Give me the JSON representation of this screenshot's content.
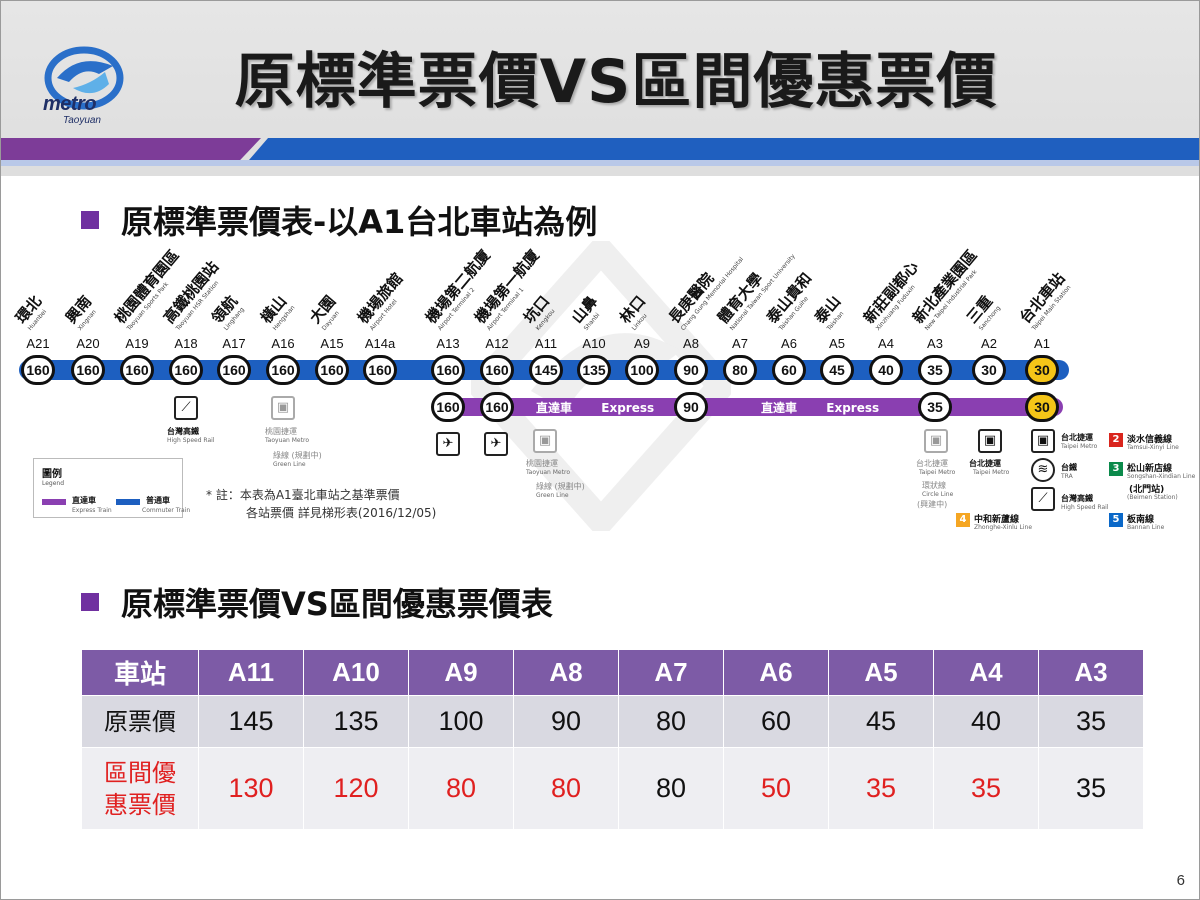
{
  "header": {
    "title": "原標準票價VS區間優惠票價",
    "logo_word": "metro",
    "logo_sub": "Taoyuan"
  },
  "section1": {
    "heading": "原標準票價表-以A1台北車站為例"
  },
  "section2": {
    "heading": "原標準票價VS區間優惠票價表"
  },
  "map": {
    "stations": [
      {
        "code": "A21",
        "name": "環北",
        "en": "Huanbei",
        "fare": "160"
      },
      {
        "code": "A20",
        "name": "興南",
        "en": "Xingnan",
        "fare": "160"
      },
      {
        "code": "A19",
        "name": "桃園體育園區",
        "en": "Taoyuan Sports Park",
        "fare": "160"
      },
      {
        "code": "A18",
        "name": "高鐵桃園站",
        "en": "Taoyuan HSR Station",
        "fare": "160"
      },
      {
        "code": "A17",
        "name": "領航",
        "en": "Linghang",
        "fare": "160"
      },
      {
        "code": "A16",
        "name": "橫山",
        "en": "Hengshan",
        "fare": "160"
      },
      {
        "code": "A15",
        "name": "大園",
        "en": "Dayuan",
        "fare": "160"
      },
      {
        "code": "A14a",
        "name": "機場旅館",
        "en": "Airport Hotel",
        "fare": "160"
      },
      {
        "code": "A13",
        "name": "機場第二航廈",
        "en": "Airport Terminal 2",
        "fare": "160"
      },
      {
        "code": "A12",
        "name": "機場第一航廈",
        "en": "Airport Terminal 1",
        "fare": "160"
      },
      {
        "code": "A11",
        "name": "坑口",
        "en": "Kengkou",
        "fare": "145"
      },
      {
        "code": "A10",
        "name": "山鼻",
        "en": "Shanbi",
        "fare": "135"
      },
      {
        "code": "A9",
        "name": "林口",
        "en": "Linkou",
        "fare": "100"
      },
      {
        "code": "A8",
        "name": "長庚醫院",
        "en": "Chang Gung Memorial Hospital",
        "fare": "90"
      },
      {
        "code": "A7",
        "name": "體育大學",
        "en": "National Taiwan Sport University",
        "fare": "80"
      },
      {
        "code": "A6",
        "name": "泰山貴和",
        "en": "Taishan Guihe",
        "fare": "60"
      },
      {
        "code": "A5",
        "name": "泰山",
        "en": "Taishan",
        "fare": "45"
      },
      {
        "code": "A4",
        "name": "新莊副都心",
        "en": "Xinzhuang Fuduxin",
        "fare": "40"
      },
      {
        "code": "A3",
        "name": "新北產業園區",
        "en": "New Taipei Industrial Park",
        "fare": "35"
      },
      {
        "code": "A2",
        "name": "三重",
        "en": "Sanchong",
        "fare": "30"
      },
      {
        "code": "A1",
        "name": "台北車站",
        "en": "Taipei Main Station",
        "fare": "30"
      }
    ],
    "express_fares": [
      "160",
      "160",
      "90",
      "35",
      "30"
    ],
    "express_labels": [
      {
        "zh": "直達車",
        "en": "Express"
      },
      {
        "zh": "直達車",
        "en": "Express"
      }
    ],
    "icons": {
      "hsr": "台灣高鐵",
      "hsr_en": "High Speed Rail",
      "taoyuan_metro_1": "桃園捷運",
      "taoyuan_metro_1_en": "Taoyuan Metro",
      "green_1": "綠線 (規劃中)",
      "green_1_en": "Green Line",
      "taoyuan_metro_2": "桃園捷運",
      "taoyuan_metro_2_en": "Taoyuan Metro",
      "green_2": "綠線 (規劃中)",
      "green_2_en": "Green Line",
      "taipei_metro_a3": "台北捷運",
      "taipei_metro_a3_en": "Taipei Metro",
      "circle_line": "環狀線",
      "circle_line_en": "Circle Line",
      "circle_line_note": "(興建中)",
      "taipei_metro_a2": "台北捷運",
      "taipei_metro_a2_en": "Taipei Metro",
      "zhonghe": "中和新蘆線",
      "zhonghe_en": "Zhonghe-Xinlu Line",
      "zhonghe_num": "4",
      "a1_metro": "台北捷運",
      "a1_metro_en": "Taipei Metro",
      "a1_tra": "台鐵",
      "a1_tra_en": "TRA",
      "a1_hsr": "台灣高鐵",
      "a1_hsr_en": "High Speed Rail"
    },
    "lines": [
      {
        "num": "2",
        "name": "淡水信義線",
        "en": "Tamsui-Xinyi Line",
        "color": "#d9251d"
      },
      {
        "num": "3",
        "name": "松山新店線",
        "en": "Songshan-Xindian Line",
        "extra": "(北門站)",
        "extra_en": "(Beimen Station)",
        "color": "#0b8a4b"
      },
      {
        "num": "5",
        "name": "板南線",
        "en": "Bannan Line",
        "color": "#0a68c8"
      }
    ],
    "legend": {
      "title": "圖例",
      "title_en": "Legend",
      "express": "直達車",
      "express_en": "Express Train",
      "commuter": "普通車",
      "commuter_en": "Commuter Train"
    },
    "note_line1": "* 註：本表為A1臺北車站之基準票價",
    "note_line2": "各站票價 詳見梯形表(2016/12/05)"
  },
  "table": {
    "header_label": "車站",
    "stations": [
      "A11",
      "A10",
      "A9",
      "A8",
      "A7",
      "A6",
      "A5",
      "A4",
      "A3"
    ],
    "row1_label": "原票價",
    "row1": [
      "145",
      "135",
      "100",
      "90",
      "80",
      "60",
      "45",
      "40",
      "35"
    ],
    "row2_label_line1": "區間優",
    "row2_label_line2": "惠票價",
    "row2": [
      "130",
      "120",
      "80",
      "80",
      "80",
      "50",
      "35",
      "35",
      "35"
    ],
    "row2_red": [
      true,
      true,
      true,
      true,
      false,
      true,
      true,
      true,
      false
    ]
  },
  "colors": {
    "purple": "#7d3c98",
    "blue": "#1f5fbf",
    "table_header": "#7d5ba6",
    "discount_red": "#e02020",
    "a1_yellow": "#f5c518"
  },
  "page_number": "6"
}
